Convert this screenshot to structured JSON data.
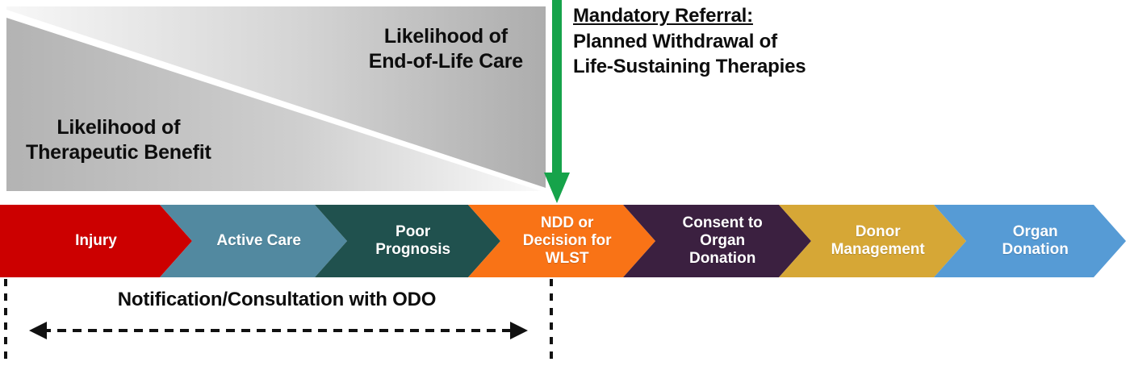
{
  "likelihood_box": {
    "end_of_life_label": "Likelihood of\nEnd-of-Life Care",
    "therapeutic_benefit_label": "Likelihood of\nTherapeutic Benefit",
    "gradient_light": "#ffffff",
    "gradient_dark": "#b3b3b3"
  },
  "mandatory_referral": {
    "title": "Mandatory Referral:",
    "line2": "Planned Withdrawal of",
    "line3": "Life-Sustaining Therapies",
    "arrow_color": "#16a34a"
  },
  "process": {
    "steps": [
      {
        "label": "Injury",
        "color": "#cc0000"
      },
      {
        "label": "Active Care",
        "color": "#5289a0"
      },
      {
        "label": "Poor\nPrognosis",
        "color": "#20514e"
      },
      {
        "label": "NDD or\nDecision for\nWLST",
        "color": "#f97316"
      },
      {
        "label": "Consent to\nOrgan\nDonation",
        "color": "#3b2040"
      },
      {
        "label": "Donor\nManagement",
        "color": "#d6a736"
      },
      {
        "label": "Organ\nDonation",
        "color": "#569bd5"
      }
    ]
  },
  "notification": {
    "label": "Notification/Consultation with ODO",
    "arrow_style": "double-headed-dashed"
  }
}
